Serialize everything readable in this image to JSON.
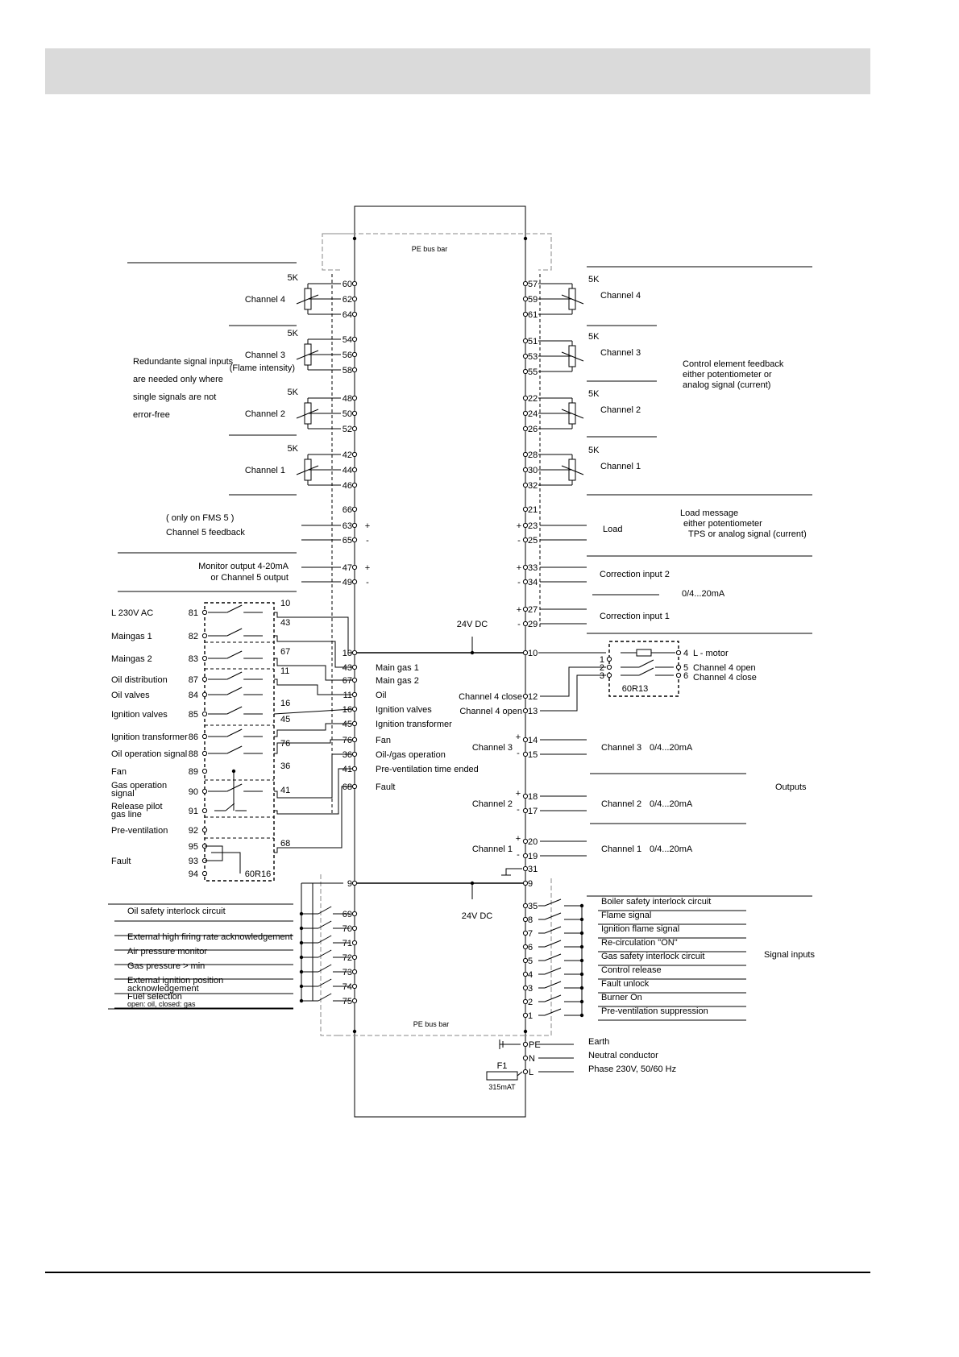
{
  "pe_bus_bar": "PE  bus bar",
  "pe_bus_bar_bottom": "PE bus bar",
  "dc_label": "24V DC",
  "left_pot": {
    "rows": [
      {
        "k": "5K",
        "channel": "Channel 4",
        "terms": [
          "60",
          "62",
          "64"
        ]
      },
      {
        "k": "5K",
        "channel": "Channel 3",
        "note": "(Flame intensity)",
        "terms": [
          "54",
          "56",
          "58"
        ]
      },
      {
        "k": "5K",
        "channel": "Channel  2",
        "terms": [
          "48",
          "50",
          "52"
        ]
      },
      {
        "k": "5K",
        "channel": "Channel 1",
        "terms": [
          "42",
          "44",
          "46"
        ]
      }
    ],
    "redundant_note": [
      "Redundante signal inputs",
      "are needed only where",
      "single signals are not",
      "error-free"
    ]
  },
  "right_pot": {
    "rows": [
      {
        "k": "5K",
        "channel": "Channel 4",
        "terms": [
          "57",
          "59",
          "61"
        ]
      },
      {
        "k": "5K",
        "channel": "Channel 3",
        "terms": [
          "51",
          "53",
          "55"
        ]
      },
      {
        "k": "5K",
        "channel": "Channel 2",
        "terms": [
          "22",
          "24",
          "26"
        ]
      },
      {
        "k": "5K",
        "channel": "Channel 1",
        "terms": [
          "28",
          "30",
          "32"
        ]
      }
    ],
    "feedback_note": [
      "Control element feedback",
      "either potentiometer or",
      "analog signal (current)"
    ]
  },
  "ch5": {
    "note": [
      "( only on FMS 5 )",
      "Channel 5 feedback"
    ],
    "terms": [
      "66",
      "63",
      "65"
    ],
    "monitor": [
      "Monitor output 4-20mA",
      "or Channel 5 output"
    ],
    "monitor_terms": [
      "47",
      "49"
    ]
  },
  "load": {
    "label": "Load",
    "terms": [
      "21",
      "23",
      "25"
    ],
    "note": [
      "Load message",
      "either potentiometer",
      "TPS or analog signal (current)"
    ]
  },
  "correction": {
    "input2": "Correction input 2",
    "input1": "Correction input 1",
    "range": "0/4...20mA",
    "terms": [
      "33",
      "34",
      "27",
      "29"
    ]
  },
  "relay60r16": {
    "name": "60R16",
    "inputs": [
      {
        "label": "L 230V AC",
        "num": "81"
      },
      {
        "label": "Maingas 1",
        "num": "82"
      },
      {
        "label": "Maingas 2",
        "num": "83"
      },
      {
        "label": "Oil distribution",
        "num": "87"
      },
      {
        "label": "Oil valves",
        "num": "84"
      },
      {
        "label": "Ignition valves",
        "num": "85"
      },
      {
        "label": "Ignition transformer",
        "num": "86"
      },
      {
        "label": "Oil operation signal",
        "num": "88"
      },
      {
        "label": "Fan",
        "num": "89"
      },
      {
        "label": "Gas operation signal",
        "num": "90"
      },
      {
        "label": "Release pilot gas line",
        "num": "91"
      },
      {
        "label": "Pre-ventilation",
        "num": "92"
      },
      {
        "label": "",
        "num": "95"
      },
      {
        "label": "Fault",
        "num": "93"
      },
      {
        "label": "",
        "num": "94"
      }
    ],
    "outputs": [
      "10",
      "43",
      "67",
      "11",
      "16",
      "45",
      "76",
      "36",
      "41",
      "68"
    ]
  },
  "left_terms": [
    {
      "num": "10",
      "label": ""
    },
    {
      "num": "43",
      "label": "Main gas 1"
    },
    {
      "num": "67",
      "label": "Main gas 2"
    },
    {
      "num": "11",
      "label": "Oil"
    },
    {
      "num": "16",
      "label": "Ignition valves"
    },
    {
      "num": "45",
      "label": "Ignition transformer"
    },
    {
      "num": "76",
      "label": "Fan"
    },
    {
      "num": "36",
      "label": "Oil-/gas operation"
    },
    {
      "num": "41",
      "label": "Pre-ventilation time ended"
    },
    {
      "num": "68",
      "label": "Fault"
    }
  ],
  "relay60r13": {
    "name": "60R13",
    "pins": [
      "1",
      "2",
      "3",
      "4",
      "5",
      "6"
    ],
    "labels": [
      "L - motor",
      "Channel 4 open",
      "Channel 4 close"
    ],
    "term_labels": [
      "Channel 4 close",
      "Channel 4 open"
    ],
    "terms": [
      "10",
      "12",
      "13"
    ]
  },
  "outputs": {
    "title": "Outputs",
    "rows": [
      {
        "channel": "Channel 3",
        "label": "Channel 3",
        "range": "0/4...20mA",
        "terms": [
          "14",
          "15"
        ]
      },
      {
        "channel": "Channel 2",
        "label": "Channel 2",
        "range": "0/4...20mA",
        "terms": [
          "18",
          "17"
        ]
      },
      {
        "channel": "Channel 1",
        "label": "Channel 1",
        "range": "0/4...20mA",
        "terms": [
          "20",
          "19"
        ]
      }
    ],
    "term31": "31"
  },
  "bottom_left_inputs": [
    {
      "label": "Oil safety interlock circuit",
      "num": "69"
    },
    {
      "label": "",
      "num": "70"
    },
    {
      "label": "External high firing rate acknowledgement",
      "num": "71"
    },
    {
      "label": "Air pressure monitor",
      "num": "72"
    },
    {
      "label": "Gas pressure > min",
      "num": "73"
    },
    {
      "label": "External ignition position acknowledgement",
      "num": "74"
    },
    {
      "label": "Fuel selection",
      "sub": "open: oil, closed: gas",
      "num": "75"
    }
  ],
  "bottom_right_inputs": {
    "title": "Signal inputs",
    "rows": [
      {
        "label": "Boiler safety interlock circuit",
        "num": "35"
      },
      {
        "label": "Flame signal",
        "num": "8"
      },
      {
        "label": "Ignition flame signal",
        "num": "7"
      },
      {
        "label": "Re-circulation \"ON\"",
        "num": "6"
      },
      {
        "label": "Gas safety interlock circuit",
        "num": "5"
      },
      {
        "label": "Control release",
        "num": "4"
      },
      {
        "label": "Fault unlock",
        "num": "3"
      },
      {
        "label": "Burner On",
        "num": "2"
      },
      {
        "label": "Pre-ventilation  suppression",
        "num": "1"
      }
    ]
  },
  "term9": "9",
  "power": {
    "rows": [
      {
        "term": "PE",
        "label": "Earth"
      },
      {
        "term": "N",
        "label": "Neutral conductor"
      },
      {
        "term": "L",
        "label": "Phase 230V, 50/60 Hz"
      }
    ],
    "fuse": "F1",
    "fuse_rating": "315mAT"
  },
  "signs": {
    "plus": "+",
    "minus": "-"
  }
}
